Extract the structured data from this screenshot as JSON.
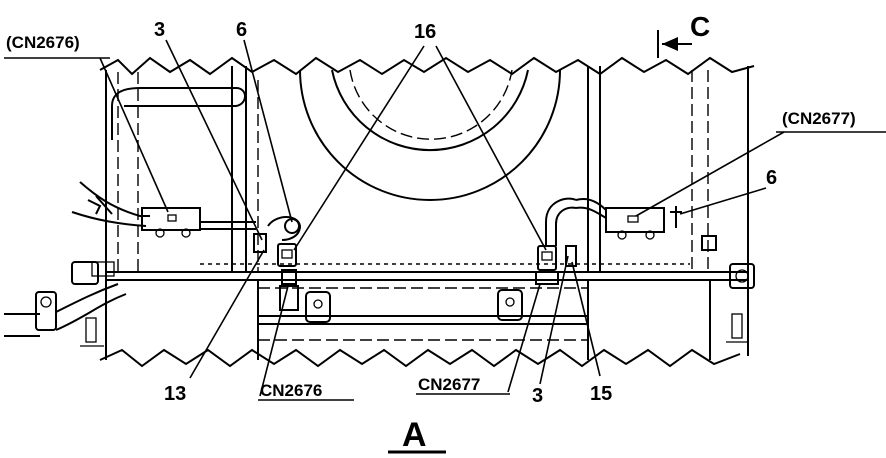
{
  "view": {
    "view_label": "A",
    "direction_label": "C"
  },
  "callouts": {
    "connector_top_left": "(CN2676)",
    "connector_top_right": "(CN2677)",
    "connector_bottom_left": "CN2676",
    "connector_bottom_right": "CN2677",
    "part_3_left": "3",
    "part_6_left": "6",
    "part_16": "16",
    "part_6_right": "6",
    "part_13": "13",
    "part_3_right": "3",
    "part_15": "15"
  }
}
